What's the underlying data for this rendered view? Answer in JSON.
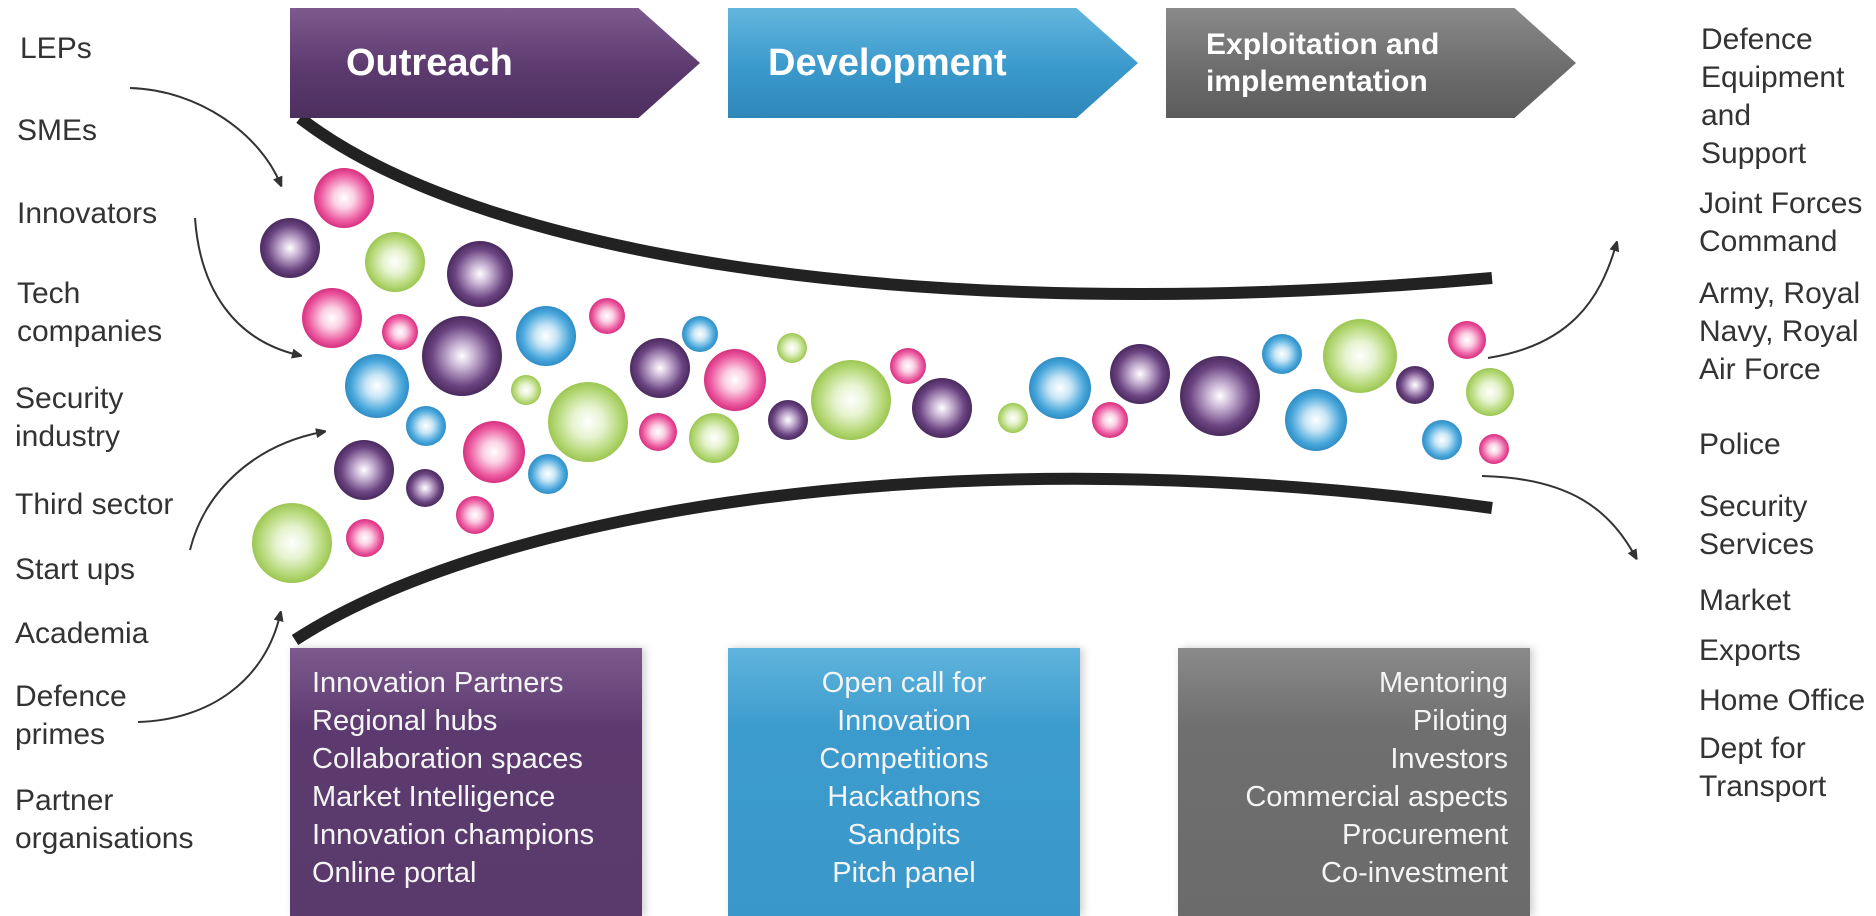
{
  "stages": {
    "outreach": "Outreach",
    "development": "Development",
    "exploitation": [
      "Exploitation and",
      "implementation"
    ]
  },
  "sources": {
    "leps": [
      "LEPs"
    ],
    "smes": [
      "SMEs"
    ],
    "innovators": [
      "Innovators"
    ],
    "tech": [
      "Tech",
      "companies"
    ],
    "security_industry": [
      "Security",
      "industry"
    ],
    "third_sector": [
      "Third sector"
    ],
    "start_ups": [
      "Start ups"
    ],
    "academia": [
      "Academia"
    ],
    "defence_primes": [
      "Defence",
      "primes"
    ],
    "partner_orgs": [
      "Partner",
      "organisations"
    ]
  },
  "destinations": {
    "des": [
      "Defence",
      "Equipment",
      "and",
      "Support"
    ],
    "jfc": [
      "Joint Forces",
      "Command"
    ],
    "armed_forces": [
      "Army, Royal",
      "Navy, Royal",
      "Air Force"
    ],
    "police": [
      "Police"
    ],
    "security_services": [
      "Security",
      "Services"
    ],
    "market": [
      "Market"
    ],
    "exports": [
      "Exports"
    ],
    "home_office": [
      "Home Office"
    ],
    "dft": [
      "Dept for",
      "Transport"
    ]
  },
  "activities": {
    "outreach": [
      "Innovation Partners",
      "Regional hubs",
      "Collaboration spaces",
      "Market Intelligence",
      "Innovation champions",
      "Online portal"
    ],
    "development": [
      "Open call for",
      "Innovation",
      "Competitions",
      "Hackathons",
      "Sandpits",
      "Pitch panel"
    ],
    "exploitation": [
      "Mentoring",
      "Piloting",
      "Investors",
      "Commercial aspects",
      "Procurement",
      "Co-investment"
    ]
  },
  "colors": {
    "outreach": "#5c3a6f",
    "development": "#3a99cc",
    "exploitation": "#6d6d6d",
    "bubble_pink": "#e8398f",
    "bubble_purple": "#5a3470",
    "bubble_blue": "#3fa0d8",
    "bubble_green": "#a5cf5a",
    "funnel_line": "#222222"
  }
}
